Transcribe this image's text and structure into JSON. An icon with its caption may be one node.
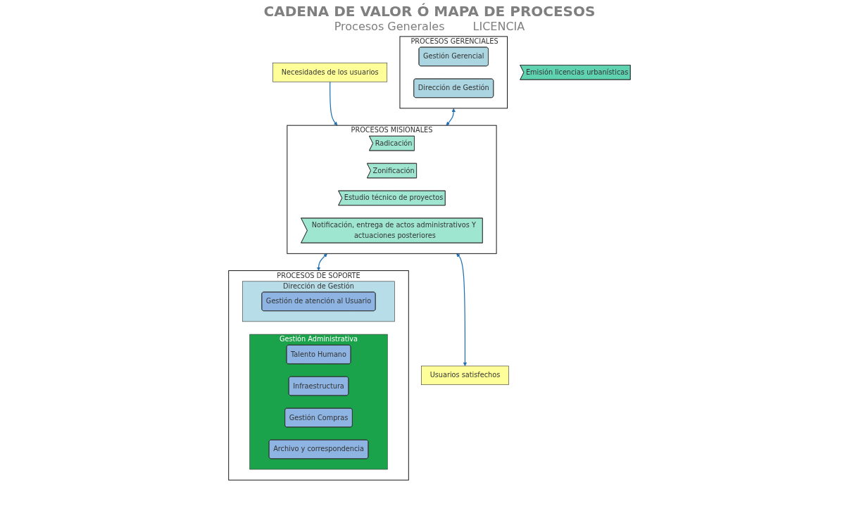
{
  "diagram": {
    "title": "CADENA DE VALOR  Ó MAPA DE PROCESOS",
    "nodes": [
      {
        "text": [
          "PROCESOS GERENCIALES"
        ]
      },
      {
        "text": [
          "Gestión Gerencial"
        ],
        "in": 0
      },
      {
        "text": [
          "Dirección de Gestión"
        ],
        "in": 0
      },
      {
        "text": [
          "PROCESOS MISIONALES"
        ]
      },
      {
        "text": [
          "Radicación"
        ],
        "in": 3
      },
      {
        "text": [
          "Zonificación"
        ],
        "in": 3
      },
      {
        "text": [
          "Estudio técnico de proyectos"
        ],
        "in": 3
      },
      {
        "text": [
          "Notificación, entrega de actos administrativos Y actuaciones posteriores"
        ],
        "in": 3
      },
      {
        "text": [
          "PROCESOS DE  SOPORTE"
        ]
      },
      {
        "text": [
          "Gestión Administrativa"
        ],
        "in": 8
      },
      {
        "text": [
          "Talento Humano"
        ],
        "in": 9
      },
      {
        "text": [
          "Infraestructura"
        ],
        "in": 9
      },
      {
        "text": [
          "Gestión Compras"
        ],
        "in": 9
      },
      {
        "text": [
          "Archivo y correspondencia"
        ],
        "in": 9
      },
      {
        "text": [
          "Dirección de Gestión"
        ],
        "in": 8
      },
      {
        "text": [
          "Gestión de atención al Usuario"
        ],
        "in": 14
      },
      {
        "text": [
          "Necesidades de los usuarios"
        ]
      },
      {
        "text": [
          "Usuarios  satisfechos"
        ]
      },
      {
        "text": [
          "Emisión licencias urbanísticas"
        ]
      }
    ],
    "edges": [
      {
        "from": 16,
        "to": 3,
        "arrow": "to"
      },
      {
        "from": 0,
        "to": 3,
        "arrow": "both"
      },
      {
        "from": 3,
        "to": 8,
        "arrow": "both"
      },
      {
        "from": 3,
        "to": 17,
        "arrow": "both"
      }
    ],
    "labels": [
      "Procesos Generales",
      "LICENCIA"
    ]
  }
}
